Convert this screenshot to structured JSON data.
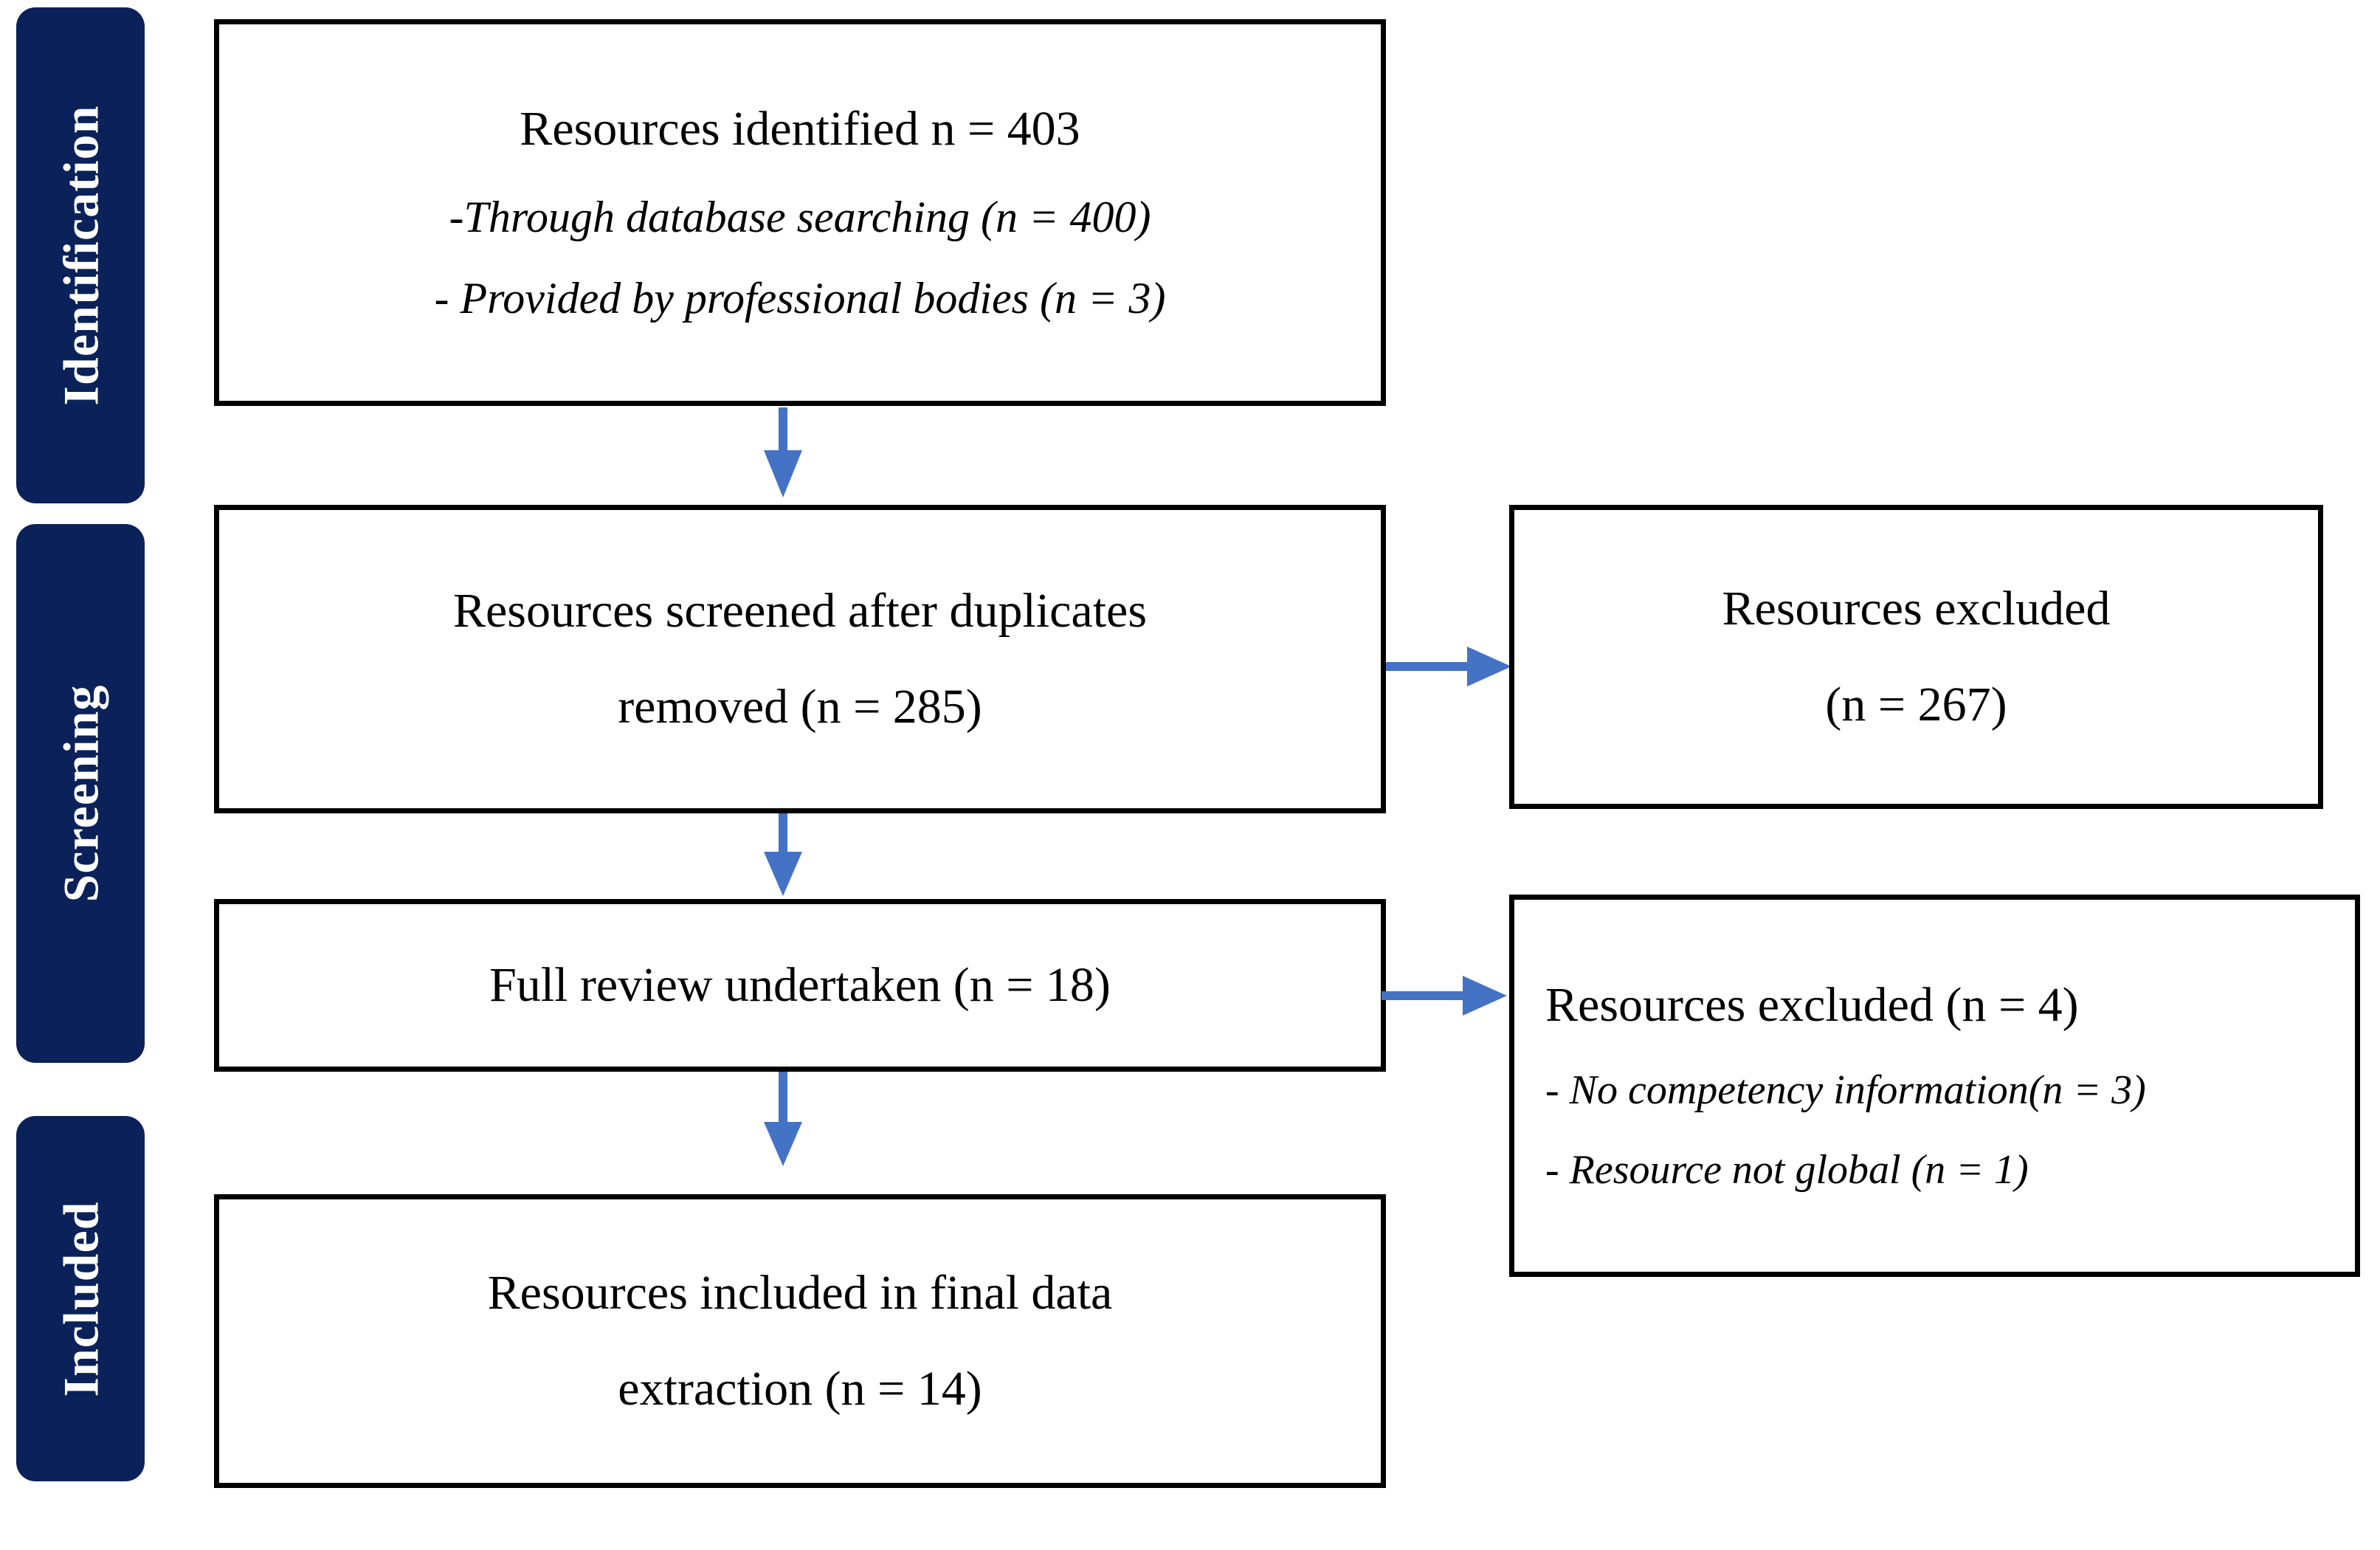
{
  "diagram": {
    "title": "PRISMA resource selection flow diagram",
    "accent_arrow_color": "#4472C4",
    "stage_bar_color": "#0A2259",
    "box_border_color": "#000000",
    "background_color": "#FFFFFF"
  },
  "stages": [
    {
      "label": "Identification"
    },
    {
      "label": "Screening"
    },
    {
      "label": "Included"
    }
  ],
  "boxes": {
    "identified": {
      "lines": [
        "Resources identified n = 403",
        "-Through database searching (n = 400)",
        "- Provided by professional bodies (n = 3)"
      ]
    },
    "screened": {
      "lines": [
        "Resources screened after duplicates",
        "removed (n = 285)"
      ]
    },
    "excluded_screening": {
      "lines": [
        "Resources excluded",
        "(n = 267)"
      ]
    },
    "full_review": {
      "lines": [
        "Full review undertaken (n = 18)"
      ]
    },
    "excluded_full_review": {
      "lines": [
        "Resources excluded (n = 4)",
        "- No competency information(n = 3)",
        "- Resource not global (n = 1)"
      ]
    },
    "included_final": {
      "lines": [
        "Resources included in final data",
        "extraction (n = 14)"
      ]
    }
  },
  "arrows": [
    {
      "name": "identified-to-screened",
      "direction": "down"
    },
    {
      "name": "screened-to-excluded-screening",
      "direction": "right"
    },
    {
      "name": "screened-to-full-review",
      "direction": "down"
    },
    {
      "name": "full-review-to-excluded-full-review",
      "direction": "right"
    },
    {
      "name": "full-review-to-included",
      "direction": "down"
    }
  ]
}
